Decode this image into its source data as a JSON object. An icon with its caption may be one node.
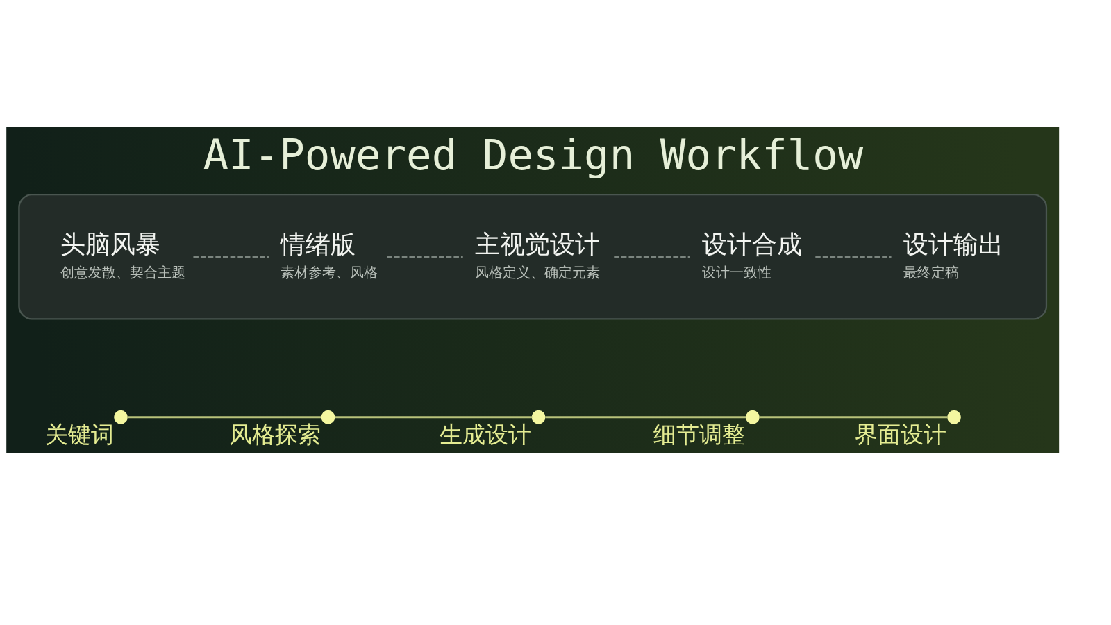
{
  "diagram": {
    "title": "AI-Powered Design Workflow",
    "nodes": [
      {
        "text": [],
        "shape": "box"
      },
      {
        "text": [
          "头脑风暴",
          "创意发散、契合主题"
        ],
        "in": 0
      },
      {
        "text": [
          "情绪版",
          "素材参考、风格"
        ],
        "in": 0
      },
      {
        "text": [
          "主视觉设计",
          "风格定义、确定元素"
        ],
        "in": 0
      },
      {
        "text": [
          "设计合成",
          "设计一致性"
        ],
        "in": 0
      },
      {
        "text": [
          "设计输出",
          "最终定稿"
        ],
        "in": 0
      },
      {
        "text": [],
        "shape": "circle",
        "beside": [
          "关键词"
        ]
      },
      {
        "text": [],
        "shape": "circle",
        "beside": [
          "风格探索"
        ]
      },
      {
        "text": [],
        "shape": "circle",
        "beside": [
          "生成设计"
        ]
      },
      {
        "text": [],
        "shape": "circle",
        "beside": [
          "细节调整"
        ]
      },
      {
        "text": [],
        "shape": "circle",
        "beside": [
          "界面设计"
        ]
      }
    ],
    "edges": [
      {
        "from": 1,
        "to": 2,
        "arrow": "none",
        "style": "dashed",
        "color": "#7a847e"
      },
      {
        "from": 2,
        "to": 3,
        "arrow": "none",
        "style": "dashed",
        "color": "#7a847e"
      },
      {
        "from": 3,
        "to": 4,
        "arrow": "none",
        "style": "dashed",
        "color": "#7a847e"
      },
      {
        "from": 4,
        "to": 5,
        "arrow": "none",
        "style": "dashed",
        "color": "#7a847e"
      },
      {
        "from": 6,
        "to": 7,
        "arrow": "none",
        "color": "#b8c27a"
      },
      {
        "from": 7,
        "to": 8,
        "arrow": "none",
        "color": "#b8c27a"
      },
      {
        "from": 8,
        "to": 9,
        "arrow": "none",
        "color": "#b8c27a"
      },
      {
        "from": 9,
        "to": 10,
        "arrow": "none",
        "color": "#b8c27a"
      }
    ]
  }
}
